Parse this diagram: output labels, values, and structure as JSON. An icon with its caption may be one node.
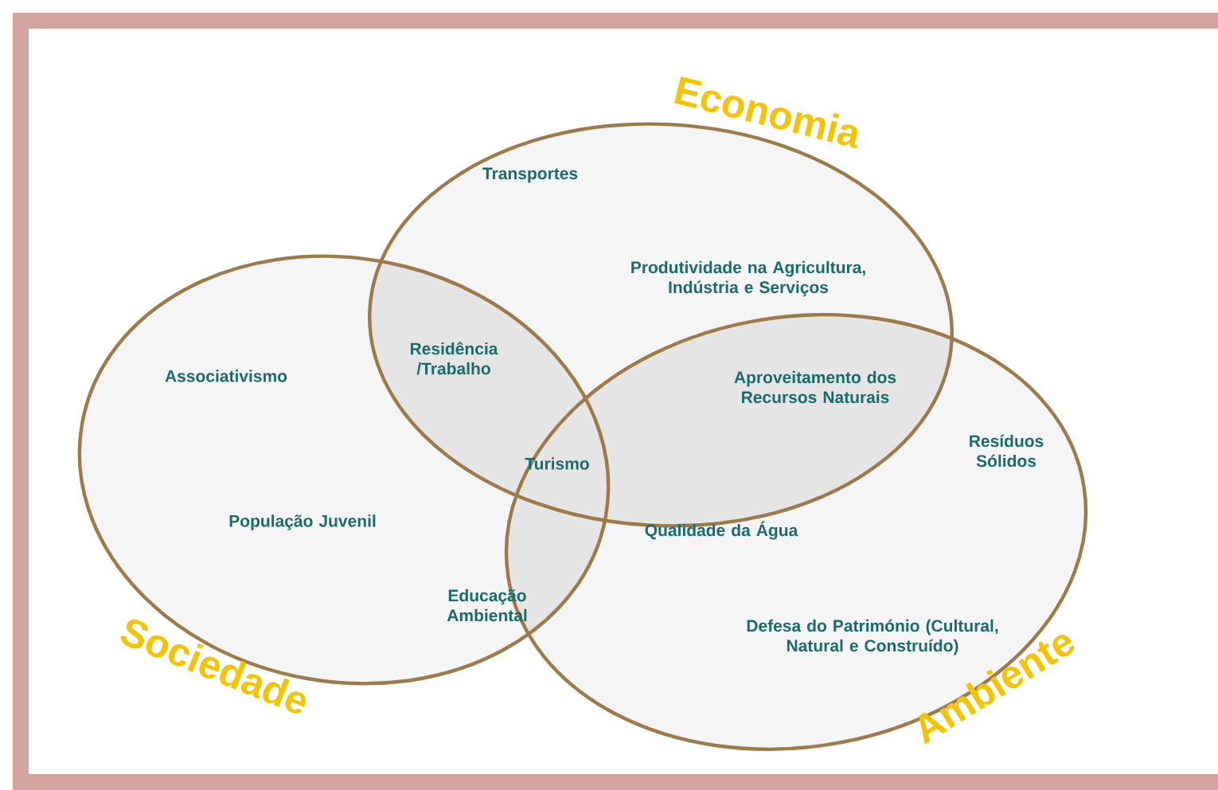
{
  "diagram": {
    "nodes": [
      {
        "text": [
          "Economia"
        ]
      },
      {
        "text": [
          "Sociedade"
        ]
      },
      {
        "text": [
          "Ambiente"
        ]
      }
    ],
    "labels": [
      "Transportes",
      "Produtividade na Agricultura, Indústria e Serviços",
      "Residência /Trabalho",
      "Associativismo",
      "Aproveitamento dos Recursos Naturais",
      "Resíduos Sólidos",
      "Turismo",
      "População Juvenil",
      "Qualidade da Água",
      "Educação Ambiental",
      "Defesa do Património (Cultural, Natural e Construído)"
    ]
  }
}
